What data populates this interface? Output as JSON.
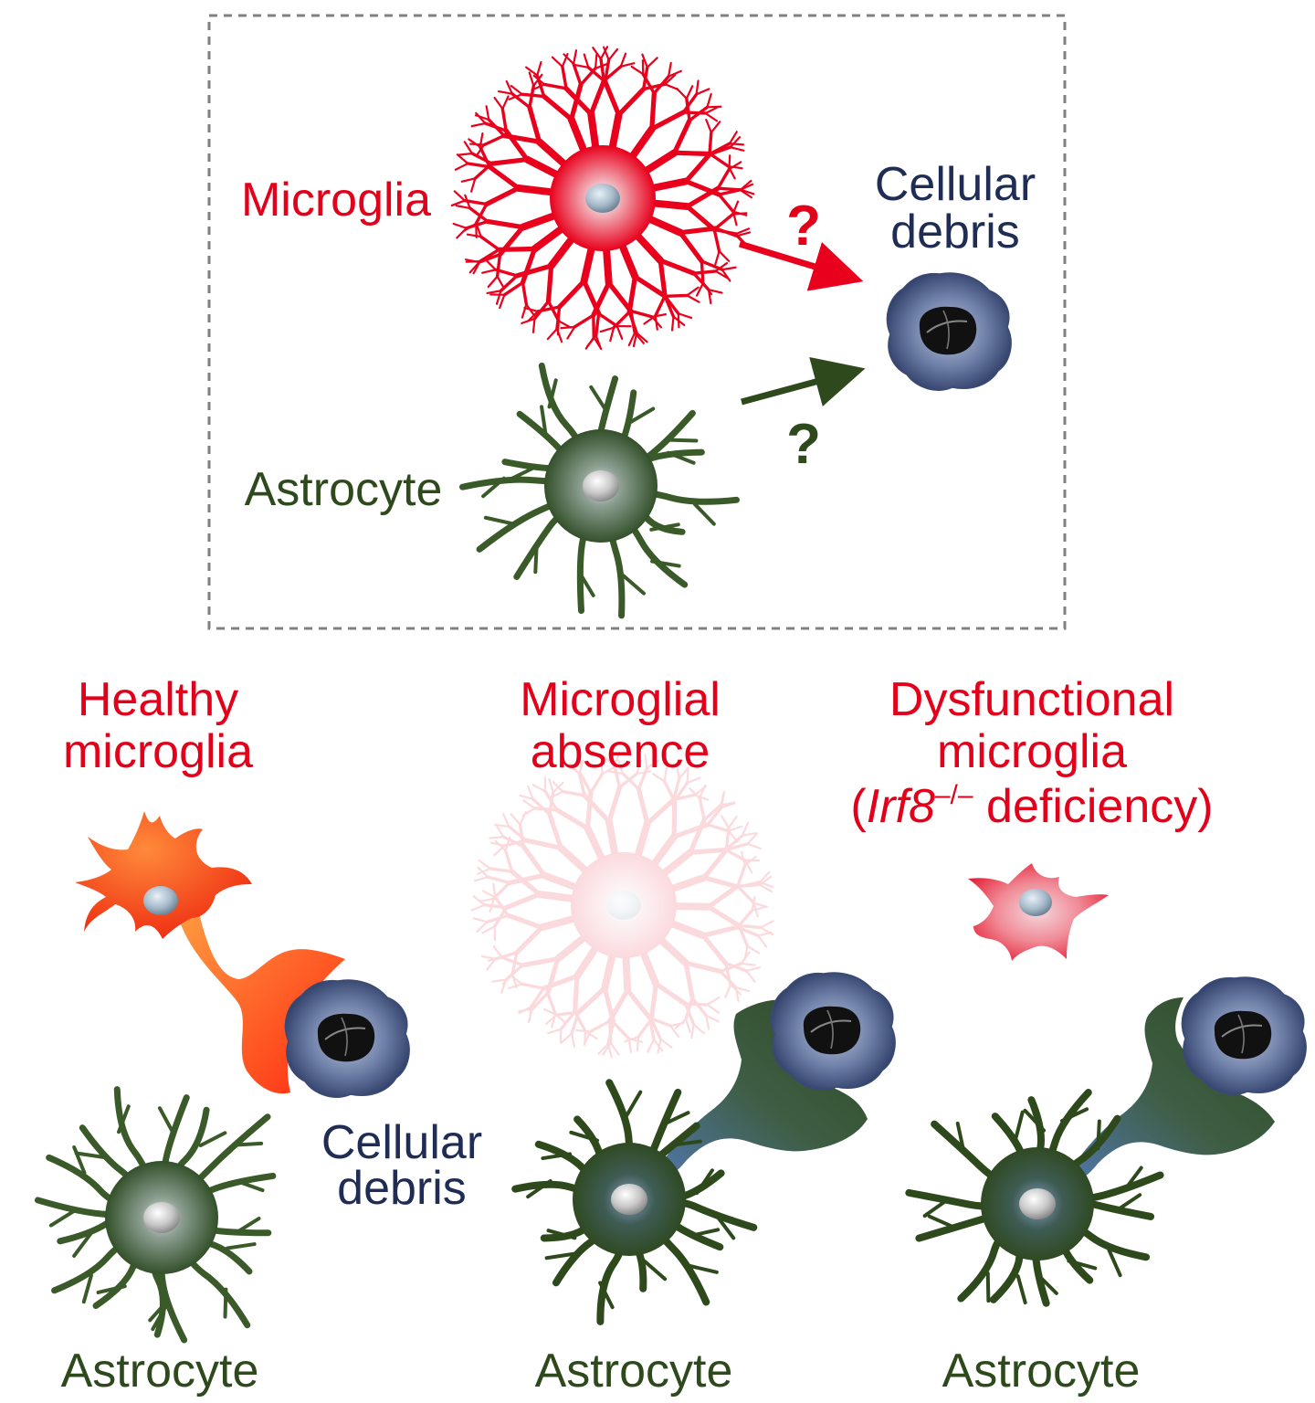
{
  "inset": {
    "microglia_label": "Microglia",
    "astrocyte_label": "Astrocyte",
    "debris_line1": "Cellular",
    "debris_line2": "debris",
    "question_mark_microglia": "?",
    "question_mark_astrocyte": "?"
  },
  "panels": [
    {
      "title_lines": [
        "Healthy",
        "microglia"
      ],
      "debris_line1": "Cellular",
      "debris_line2": "debris",
      "astrocyte_label": "Astrocyte"
    },
    {
      "title_lines": [
        "Microglial",
        "absence"
      ],
      "astrocyte_label": "Astrocyte"
    },
    {
      "title_lines": [
        "Dysfunctional",
        "microglia"
      ],
      "title_line3_open": "(",
      "title_line3_gene": "Irf8",
      "title_line3_sup": "–/–",
      "title_line3_rest": " deficiency)",
      "astrocyte_label": "Astrocyte"
    }
  ],
  "colors": {
    "microglia_red": "#e2001a",
    "astrocyte_green": "#2e4a1c",
    "debris_navy": "#1f2d55",
    "healthy_microglia_orange": "#ff5a14",
    "box_dash": "#808080"
  }
}
